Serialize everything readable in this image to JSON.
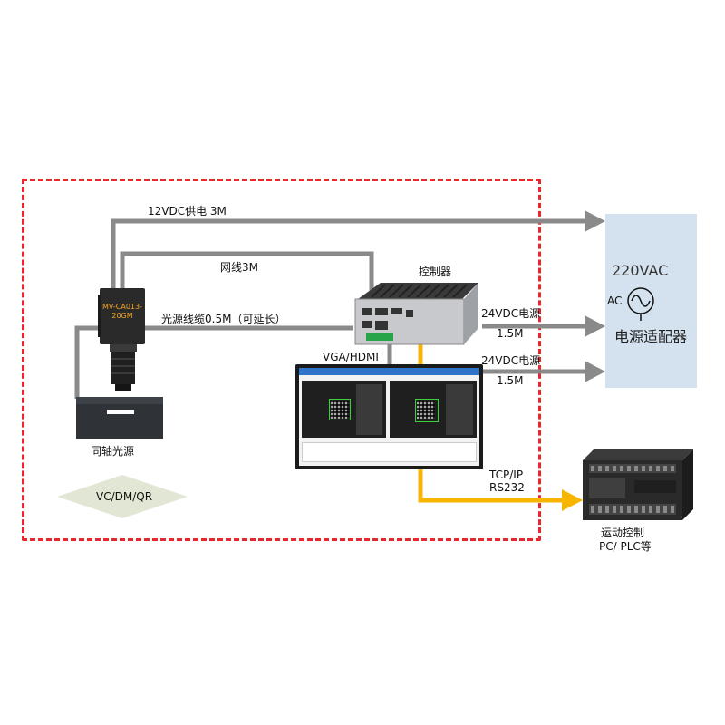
{
  "diagram": {
    "links": {
      "power_12v": "12VDC供电 3M",
      "network": "网线3M",
      "light_cable": "光源线缆0.5M（可延长）",
      "video": "VGA/HDMI",
      "power_24v_a_name": "24VDC电源",
      "power_24v_a_length": "1.5M",
      "power_24v_b_name": "24VDC电源",
      "power_24v_b_length": "1.5M",
      "comm_line1": "TCP/IP",
      "comm_line2": "RS232"
    },
    "nodes": {
      "controller": "控制器",
      "camera_model": "MV-CA013-20GM",
      "light_source": "同轴光源",
      "code_types": "VC/DM/QR",
      "adapter_voltage": "220VAC",
      "adapter_ac": "AC",
      "adapter_name": "电源适配器",
      "plc_line1": "运动控制",
      "plc_line2": "PC/ PLC等"
    },
    "colors": {
      "gray_line": "#8a8a8a",
      "yellow_line": "#f7b500",
      "dashed_border": "#e8262d",
      "adapter_bg": "#d4e2ef"
    }
  }
}
